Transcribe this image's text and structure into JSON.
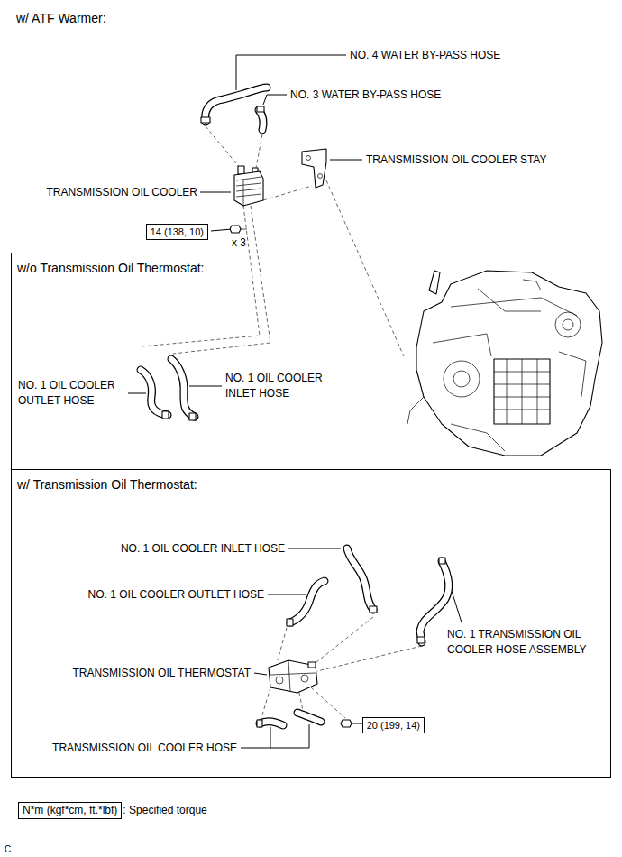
{
  "diagram": {
    "title": "w/ ATF Warmer:",
    "nodes": [
      {
        "text": [
          "14 (138, 10)"
        ]
      },
      {
        "text": [
          "w/o Transmission Oil Thermostat:"
        ]
      },
      {
        "text": [
          "w/ Transmission Oil Thermostat:"
        ]
      },
      {
        "text": [
          "20 (199, 14)"
        ],
        "in": 2
      },
      {
        "text": [
          "N*m (kgf*cm, ft.*lbf)"
        ]
      }
    ],
    "labels": [
      "NO. 4 WATER BY-PASS HOSE",
      "NO. 3 WATER BY-PASS HOSE",
      "TRANSMISSION OIL COOLER STAY",
      "TRANSMISSION OIL COOLER",
      "x 3",
      "NO. 1 OIL COOLER OUTLET HOSE",
      "NO. 1 OIL COOLER INLET HOSE",
      "NO. 1 OIL COOLER INLET HOSE",
      "NO. 1 OIL COOLER OUTLET HOSE",
      "NO. 1 TRANSMISSION OIL COOLER HOSE ASSEMBLY",
      "TRANSMISSION OIL THERMOSTAT",
      "TRANSMISSION OIL COOLER HOSE",
      ": Specified torque",
      "C"
    ]
  }
}
